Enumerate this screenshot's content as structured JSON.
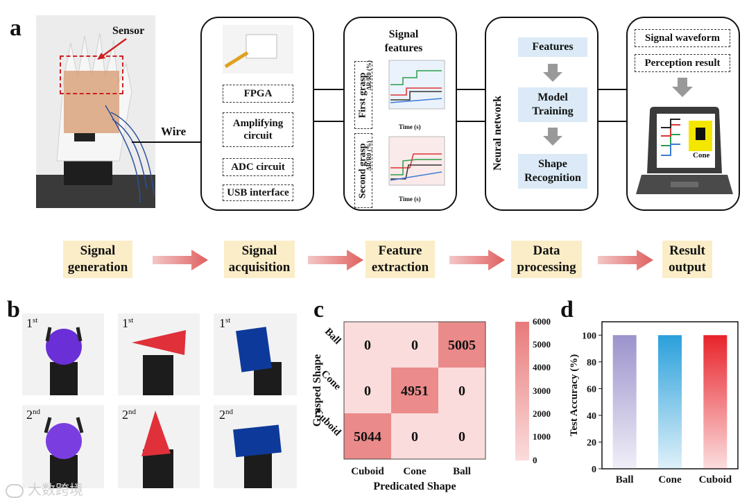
{
  "panel_a": {
    "letter": "a",
    "sensor_label": "Sensor",
    "wire_label": "Wire",
    "hardware_items": [
      "FPGA",
      "Amplifying circuit",
      "ADC circuit",
      "USB interface"
    ],
    "signal_features_title": "Signal features",
    "first_grasp": "First grasp",
    "second_grasp": "Second grasp",
    "y_axis_label": "ΔR/R0 (%)",
    "x_axis_label": "Time (s)",
    "neural_network_label": "Neural network",
    "nn_steps": [
      "Features",
      "Model Training",
      "Shape Recognition"
    ],
    "output_items": [
      "Signal waveform",
      "Perception result"
    ],
    "laptop_result": "Cone"
  },
  "flow": {
    "steps": [
      "Signal generation",
      "Signal acquisition",
      "Feature extraction",
      "Data processing",
      "Result output"
    ]
  },
  "panel_b": {
    "letter": "b",
    "first_label": "1",
    "first_sup": "st",
    "second_label": "2",
    "second_sup": "nd"
  },
  "panel_c": {
    "letter": "c",
    "colorbar_ticks": [
      "6000",
      "5000",
      "4000",
      "3000",
      "2000",
      "1000",
      "0"
    ]
  },
  "panel_d": {
    "letter": "d"
  },
  "watermark": "大数跨境",
  "colors": {
    "flow_box": "#fbedc7",
    "nn_box": "#dbeaf6",
    "arrow_red": "#e06060",
    "ball_bar": "#9b93cc",
    "cone_bar": "#2aa0db",
    "cuboid_bar": "#e8232a",
    "heat_high": "#e87a7a",
    "heat_low": "#fbdcdc"
  },
  "chart_data": [
    {
      "type": "heatmap",
      "title": "",
      "xlabel": "Predicated Shape",
      "ylabel": "Grasped Shape",
      "x_categories": [
        "Cuboid",
        "Cone",
        "Ball"
      ],
      "y_categories": [
        "Ball",
        "Cone",
        "Cuboid"
      ],
      "values": [
        [
          0,
          0,
          5005
        ],
        [
          0,
          4951,
          0
        ],
        [
          5044,
          0,
          0
        ]
      ],
      "colorbar_range": [
        0,
        6000
      ]
    },
    {
      "type": "bar",
      "title": "",
      "categories": [
        "Ball",
        "Cone",
        "Cuboid"
      ],
      "values": [
        100,
        100,
        100
      ],
      "xlabel": "",
      "ylabel": "Test Accuracy (%)",
      "ylim": [
        0,
        110
      ],
      "yticks": [
        "0",
        "20",
        "40",
        "60",
        "80",
        "100"
      ]
    }
  ]
}
